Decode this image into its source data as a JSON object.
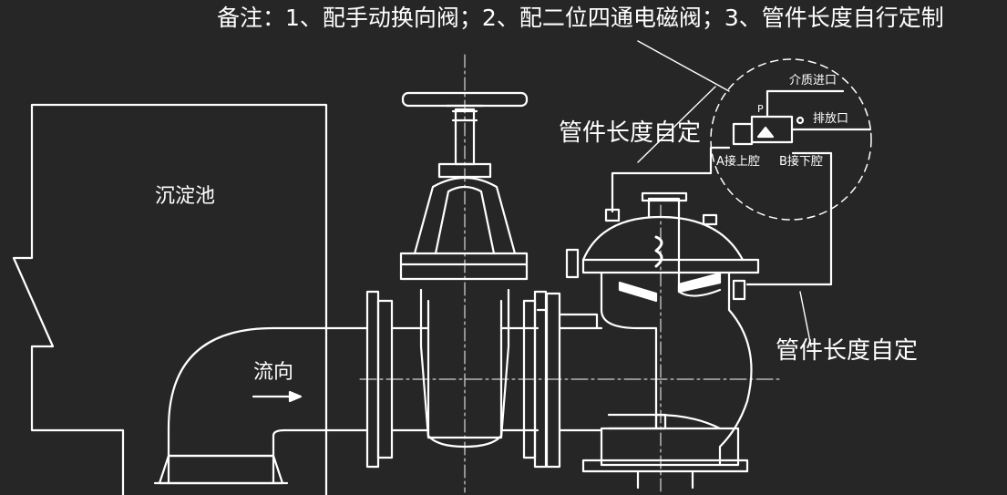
{
  "note": "备注：1、配手动换向阀；2、配二位四通电磁阀；3、管件长度自行定制",
  "labels": {
    "tank": "沉淀池",
    "flow": "流向",
    "pipe_length_upper": "管件长度自定",
    "pipe_length_lower": "管件长度自定"
  },
  "solenoid_detail": {
    "medium_inlet": "介质进口",
    "exhaust_port": "排放口",
    "port_a": "A接上腔",
    "port_b": "B接下腔",
    "port_p": "P"
  },
  "colors": {
    "background": "#262626",
    "line": "#ffffff"
  }
}
